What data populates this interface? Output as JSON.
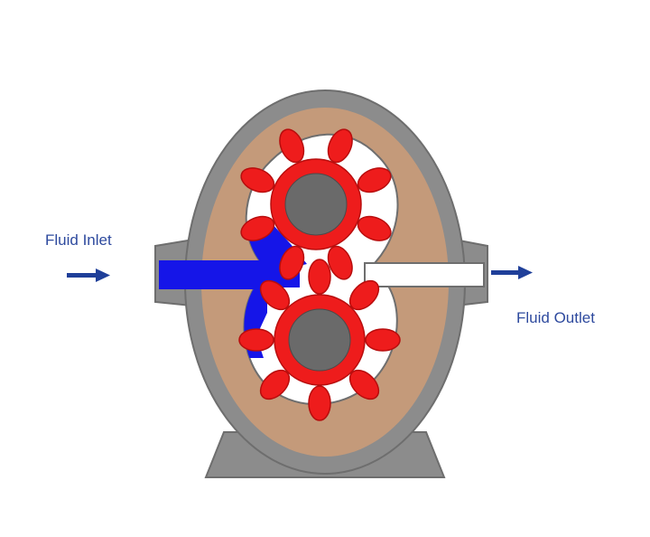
{
  "labels": {
    "inlet": "Fluid Inlet",
    "outlet": "Fluid Outlet"
  },
  "colors": {
    "housing_gray": "#8c8c8c",
    "housing_dark": "#6e6e6e",
    "casing_tan": "#c49a7a",
    "gear_red": "#ee1c1c",
    "hub_gray": "#6a6a6a",
    "fluid_blue": "#1515e8",
    "arrow_blue": "#1f3f99",
    "text_blue": "#2e4a9e",
    "chamber_white": "#ffffff"
  },
  "gears": {
    "teeth_count": 8
  }
}
